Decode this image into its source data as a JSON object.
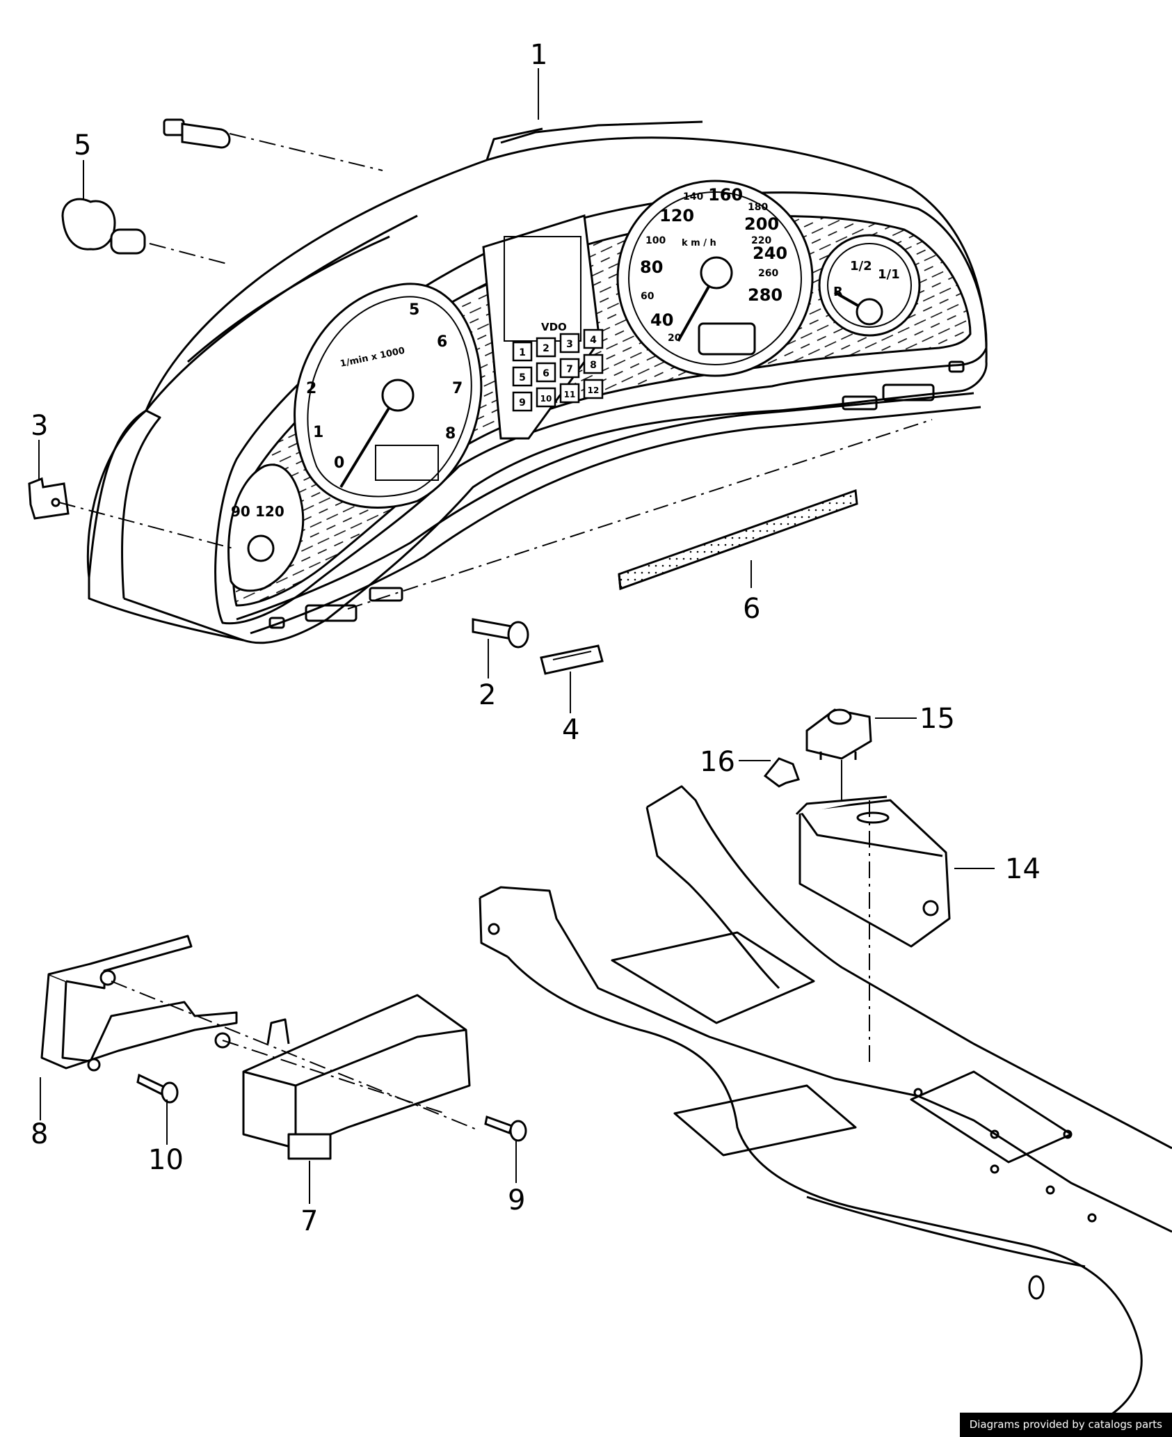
{
  "callouts": {
    "c1": "1",
    "c2": "2",
    "c3": "3",
    "c4": "4",
    "c5": "5",
    "c6": "6",
    "c7": "7",
    "c8": "8",
    "c9": "9",
    "c10": "10",
    "c14": "14",
    "c15": "15",
    "c16": "16"
  },
  "dials": {
    "speedo": [
      "20",
      "40",
      "60",
      "80",
      "100",
      "120",
      "140",
      "160",
      "180",
      "200",
      "220",
      "240",
      "260",
      "280"
    ],
    "speedo_unit": "k m / h",
    "tacho": [
      "0",
      "1",
      "2",
      "5",
      "6",
      "7",
      "8"
    ],
    "tacho_unit": "1/min x 1000",
    "fuel": [
      "R",
      "1/2",
      "1/1"
    ],
    "temp": [
      "90",
      "120"
    ]
  },
  "warning_panel": {
    "brand": "VDO",
    "lamps": [
      "1",
      "2",
      "3",
      "4",
      "5",
      "6",
      "7",
      "8",
      "9",
      "10",
      "11",
      "12"
    ]
  },
  "footer": {
    "credit": "Diagrams provided by catalogs parts"
  }
}
